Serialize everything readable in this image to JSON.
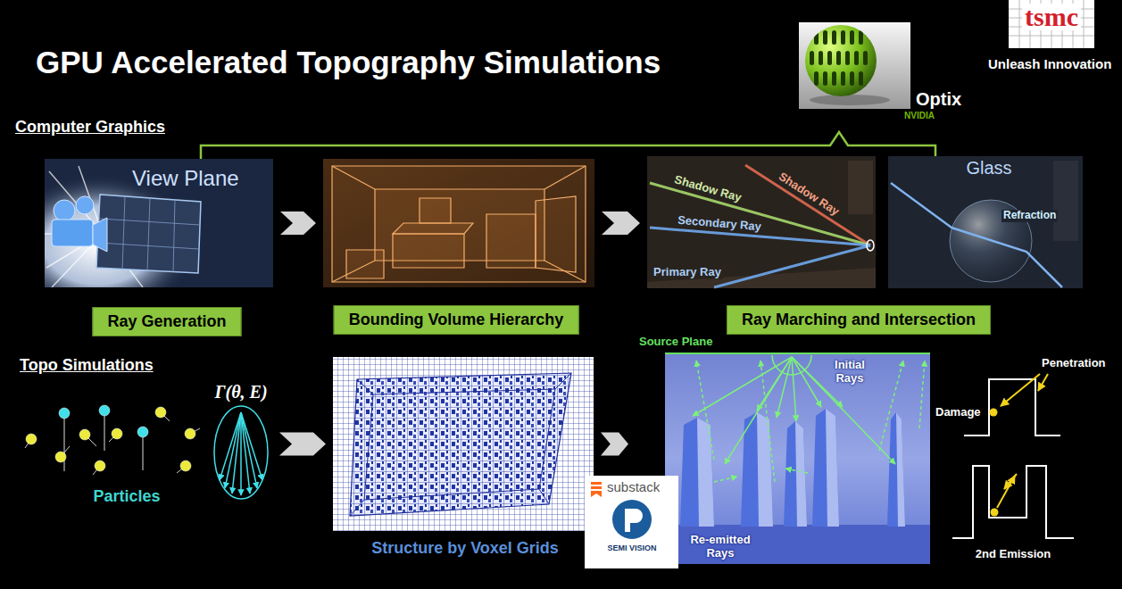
{
  "diagram": {
    "title": "GPU Accelerated Topography Simulations",
    "nodes": [
      {
        "text": [
          "View Plane",
          "Ray Generation"
        ]
      },
      {
        "text": [
          "Bounding Volume Hierarchy"
        ]
      },
      {
        "text": [
          "Ray Marching and Intersection"
        ]
      },
      {
        "text": [
          "Shadow Ray",
          "Shadow Ray",
          "Secondary Ray",
          "Primary Ray"
        ],
        "in": 2
      },
      {
        "text": [
          "Glass",
          "Refraction"
        ],
        "in": 2
      },
      {
        "text": [
          "Particles"
        ]
      },
      {
        "text": [
          "Structure by Voxel Grids"
        ]
      },
      {
        "text": [
          "Source Plane",
          "Initial Rays",
          "Re-emitted Rays"
        ]
      },
      {
        "text": [
          "Penetration",
          "Damage"
        ]
      },
      {
        "text": [
          "2nd Emission"
        ]
      }
    ],
    "edges": [
      {
        "from": 0,
        "to": 1,
        "arrow": "to"
      },
      {
        "from": 1,
        "to": 3,
        "arrow": "to"
      },
      {
        "from": 5,
        "to": 6,
        "arrow": "to"
      },
      {
        "from": 6,
        "to": 7,
        "arrow": "to"
      }
    ],
    "labels": [
      "tsmc",
      "Unleash Innovation",
      "Optix",
      "NVIDIA",
      "Computer Graphics",
      "Topo Simulations",
      "Γ(θ, E)",
      "substack",
      "SEMI VISION"
    ]
  }
}
